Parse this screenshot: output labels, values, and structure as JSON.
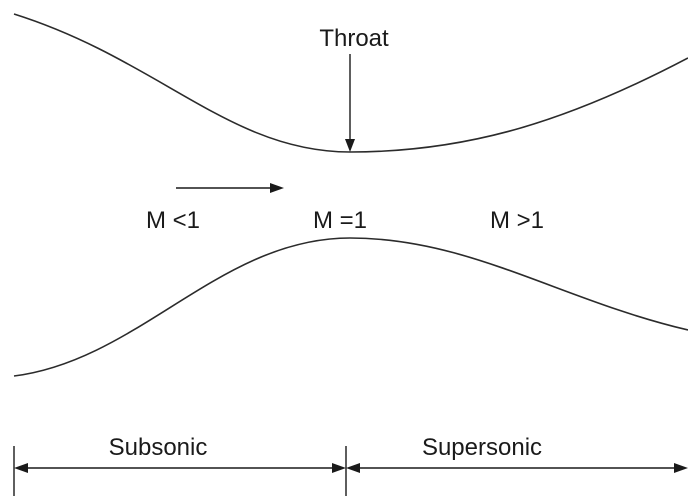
{
  "throat_label": "Throat",
  "mach_subsonic": "M  <1",
  "mach_sonic": "M  =1",
  "mach_supersonic": "M  >1",
  "region_subsonic": "Subsonic",
  "region_supersonic": "Supersonic",
  "line_color": "#2b2b2b"
}
